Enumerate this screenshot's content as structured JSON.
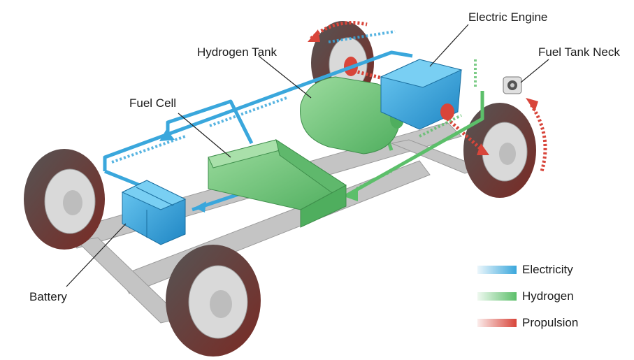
{
  "labels": {
    "electric_engine": "Electric Engine",
    "hydrogen_tank": "Hydrogen Tank",
    "fuel_tank_neck": "Fuel Tank Neck",
    "fuel_cell": "Fuel Cell",
    "battery": "Battery"
  },
  "legend": [
    {
      "label": "Electricity",
      "color": "#3aa7dc"
    },
    {
      "label": "Hydrogen",
      "color": "#5cbf6a"
    },
    {
      "label": "Propulsion",
      "color": "#d8453a"
    }
  ],
  "colors": {
    "electricity": "#3aa7dc",
    "hydrogen": "#5cbf6a",
    "propulsion": "#d8453a",
    "component_blue": "#2e9fd9",
    "component_green": "#6cc47a",
    "chassis": "#b8b8b8",
    "tire": "#3a3a3a"
  }
}
